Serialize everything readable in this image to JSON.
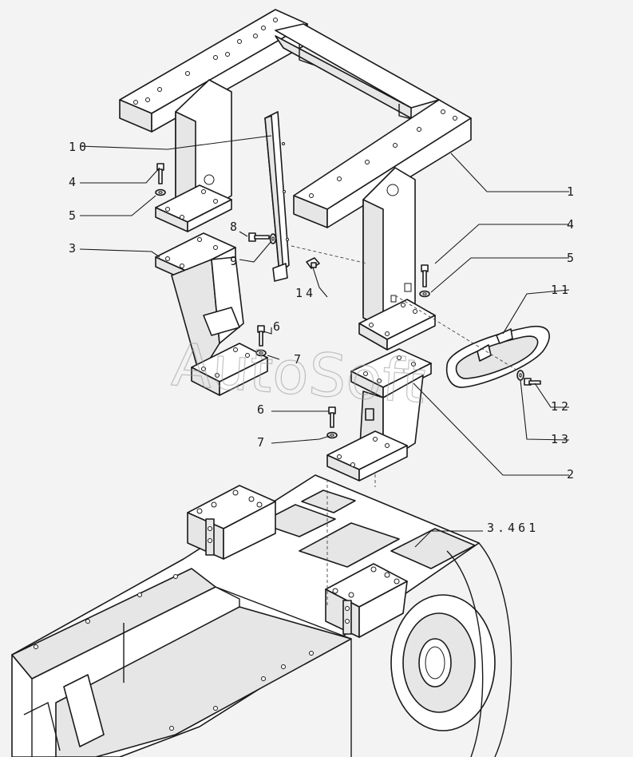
{
  "watermark": "AutoSoft",
  "callouts": {
    "c1": "1",
    "c2": "2",
    "c3": "3",
    "c4a": "4",
    "c4b": "4",
    "c5a": "5",
    "c5b": "5",
    "c6a": "6",
    "c6b": "6",
    "c7a": "7",
    "c7b": "7",
    "c8": "8",
    "c9": "9",
    "c10": "10",
    "c11": "11",
    "c12": "12",
    "c13": "13",
    "c14": "14",
    "c_ref": "3.461"
  }
}
